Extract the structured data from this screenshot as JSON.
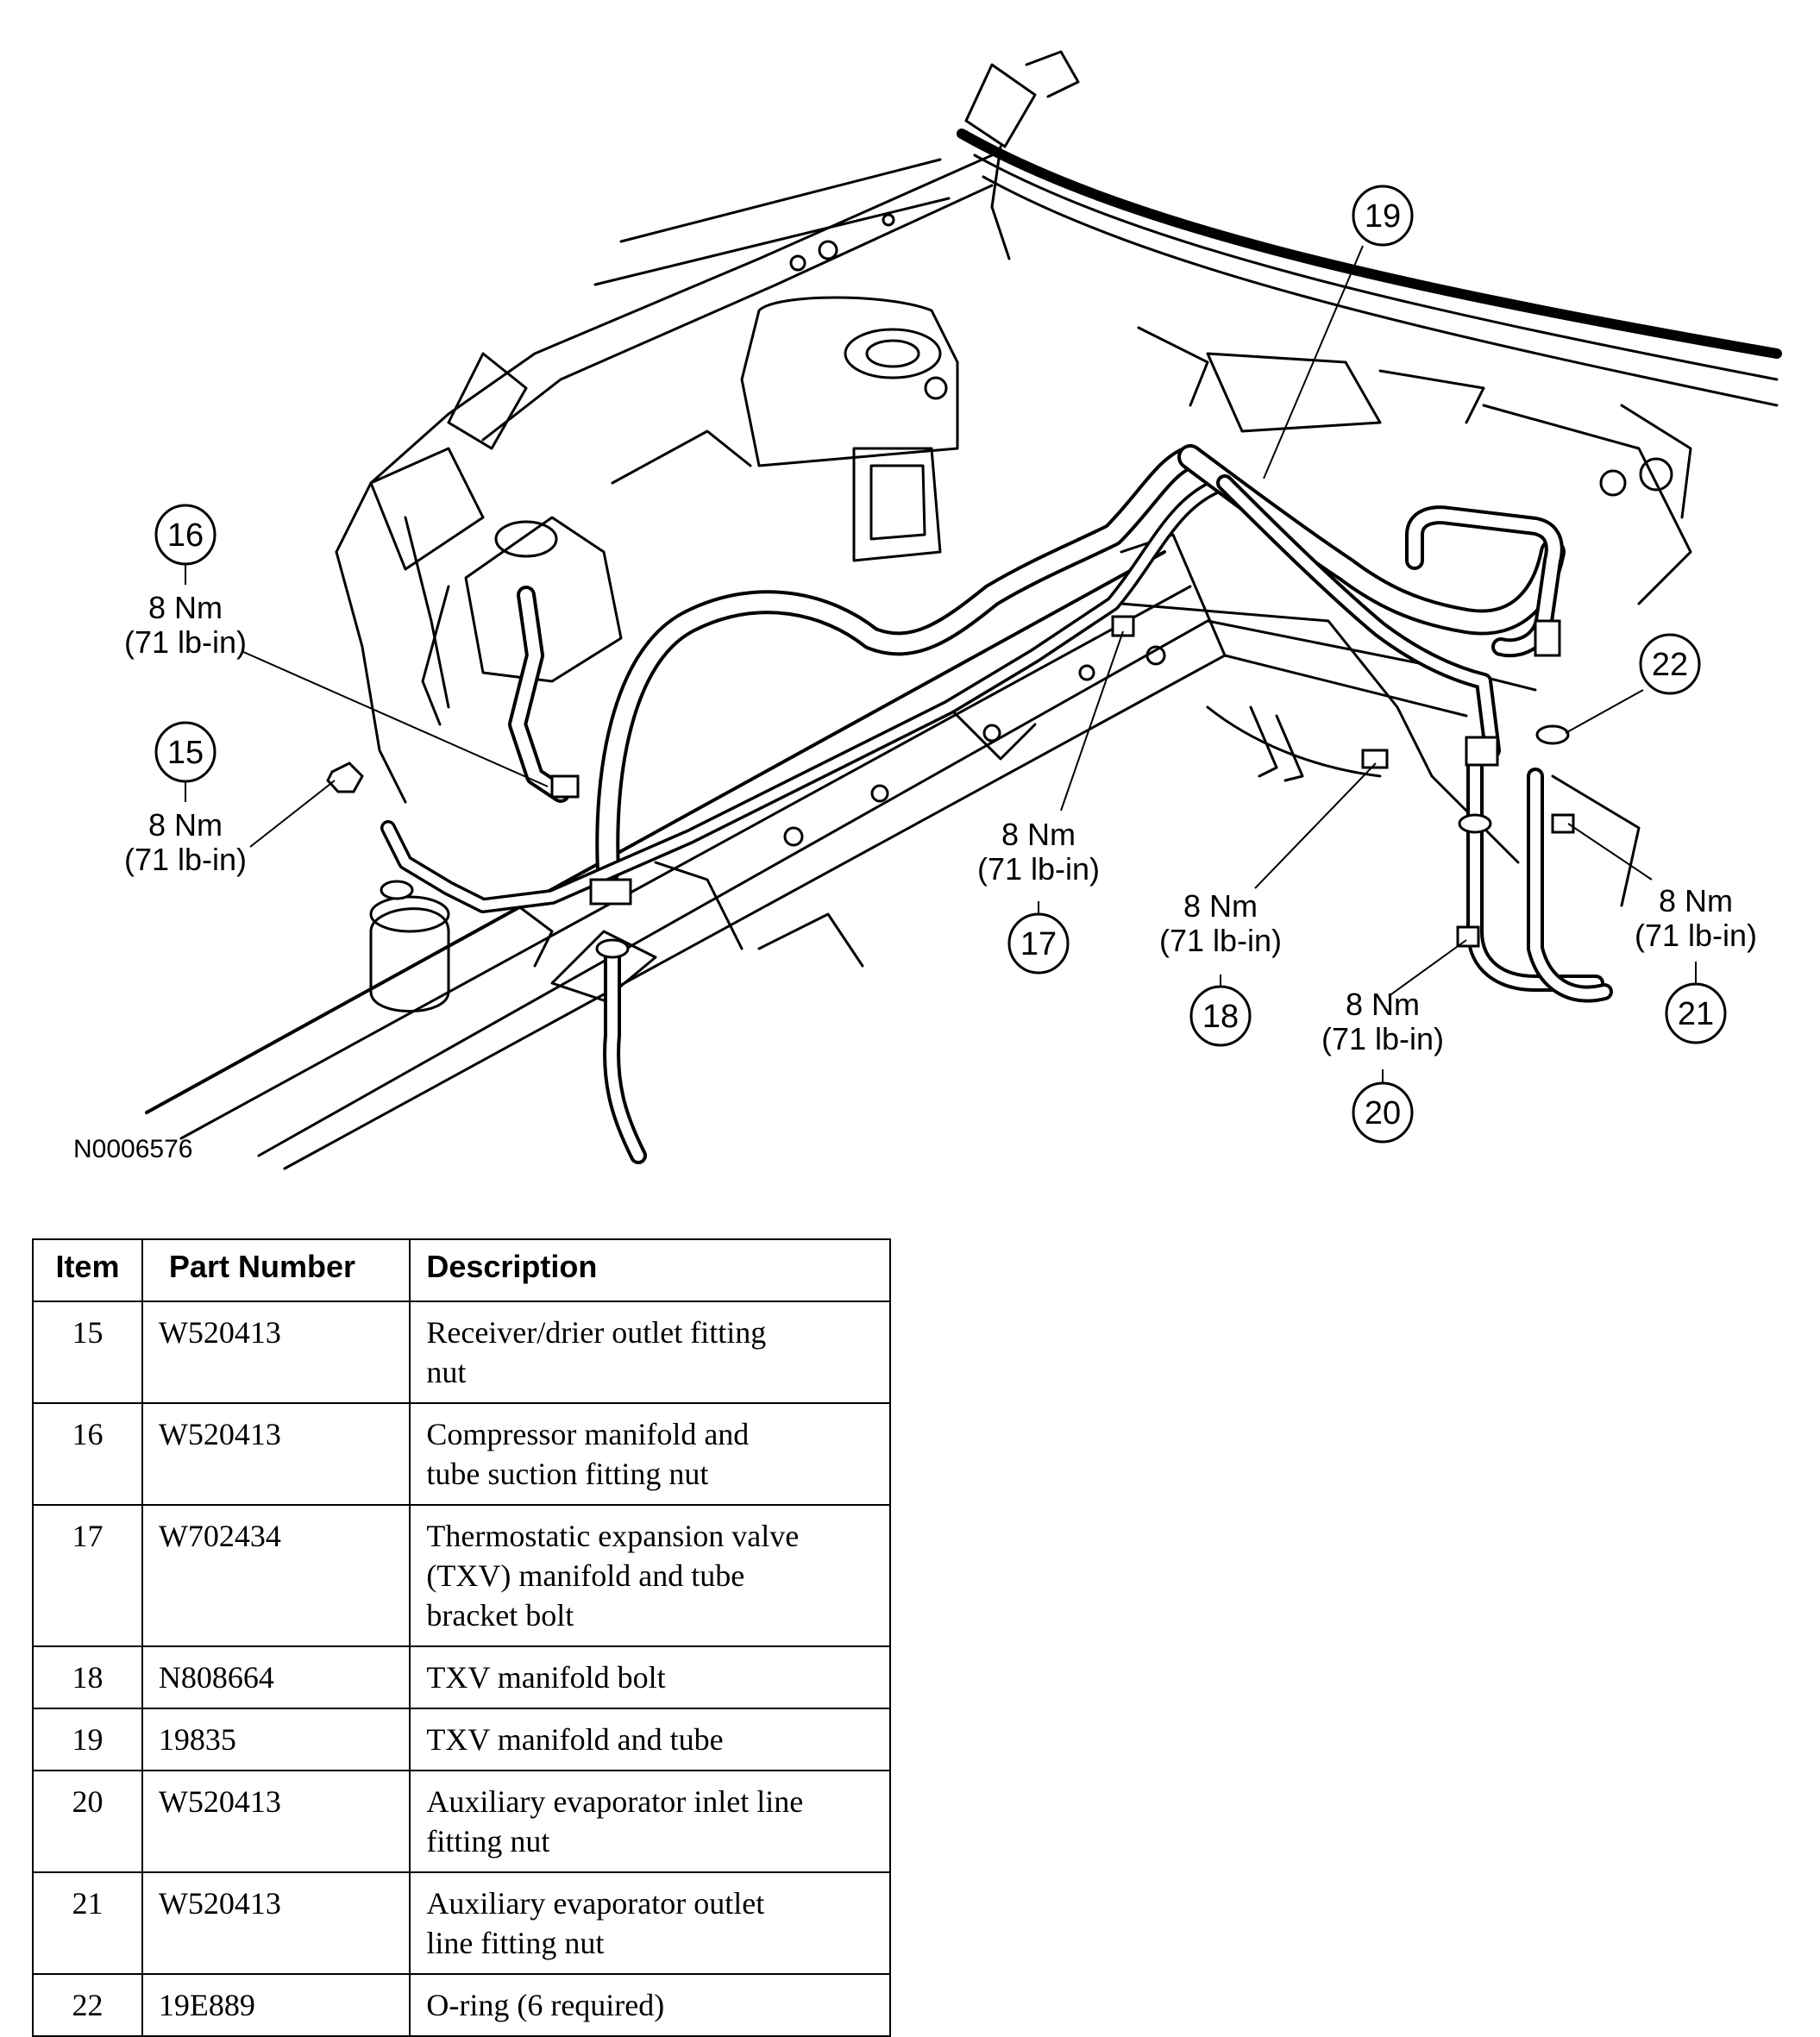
{
  "figure_id": "N0006576",
  "callouts": [
    {
      "item": "16",
      "torque_nm": "8 Nm",
      "torque_lbin": "(71 lb-in)"
    },
    {
      "item": "15",
      "torque_nm": "8 Nm",
      "torque_lbin": "(71 lb-in)"
    },
    {
      "item": "17",
      "torque_nm": "8 Nm",
      "torque_lbin": "(71 lb-in)"
    },
    {
      "item": "18",
      "torque_nm": "8 Nm",
      "torque_lbin": "(71 lb-in)"
    },
    {
      "item": "19"
    },
    {
      "item": "20",
      "torque_nm": "8 Nm",
      "torque_lbin": "(71 lb-in)"
    },
    {
      "item": "21",
      "torque_nm": "8 Nm",
      "torque_lbin": "(71 lb-in)"
    },
    {
      "item": "22"
    }
  ],
  "table": {
    "headers": [
      "Item",
      "Part Number",
      "Description"
    ],
    "rows": [
      {
        "item": "15",
        "part": "W520413",
        "desc": [
          "Receiver/drier outlet fitting",
          "nut"
        ]
      },
      {
        "item": "16",
        "part": "W520413",
        "desc": [
          "Compressor manifold and",
          "tube suction fitting nut"
        ]
      },
      {
        "item": "17",
        "part": "W702434",
        "desc": [
          "Thermostatic expansion valve",
          "(TXV) manifold and tube",
          "bracket bolt"
        ]
      },
      {
        "item": "18",
        "part": "N808664",
        "desc": [
          "TXV manifold bolt"
        ]
      },
      {
        "item": "19",
        "part": "19835",
        "desc": [
          "TXV manifold and tube"
        ]
      },
      {
        "item": "20",
        "part": "W520413",
        "desc": [
          "Auxiliary evaporator inlet line",
          "fitting nut"
        ]
      },
      {
        "item": "21",
        "part": "W520413",
        "desc": [
          "Auxiliary evaporator outlet",
          "line fitting nut"
        ]
      },
      {
        "item": "22",
        "part": "19E889",
        "desc": [
          "O-ring (6 required)"
        ]
      }
    ]
  }
}
